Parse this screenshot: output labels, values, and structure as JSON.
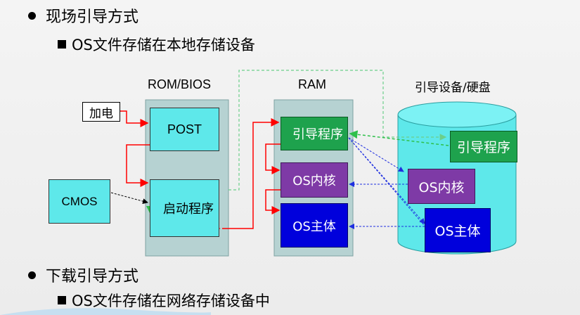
{
  "bullets": [
    {
      "text": "现场引导方式",
      "sub": "OS文件存储在本地存储设备"
    },
    {
      "text": "下载引导方式",
      "sub": "OS文件存储在网络存储设备中"
    }
  ],
  "labels": {
    "rom_bios": "ROM/BIOS",
    "ram": "RAM",
    "boot_device": "引导设备/硬盘"
  },
  "boxes": {
    "power_on": "加电",
    "cmos": "CMOS",
    "post": "POST",
    "boot_program": "启动程序",
    "ram_loader": "引导程序",
    "ram_kernel": "OS内核",
    "ram_main": "OS主体",
    "disk_loader": "引导程序",
    "disk_kernel": "OS内核",
    "disk_main": "OS主体"
  },
  "colors": {
    "cyan": "#5ee8ea",
    "rom_panel": "#b6d2d2",
    "green": "#1ea24d",
    "purple": "#7e3aa6",
    "blue": "#0000dc",
    "red_arrow": "#ff0000",
    "blue_arrow": "#1f2fe0",
    "green_arrow": "#2ec04a"
  }
}
